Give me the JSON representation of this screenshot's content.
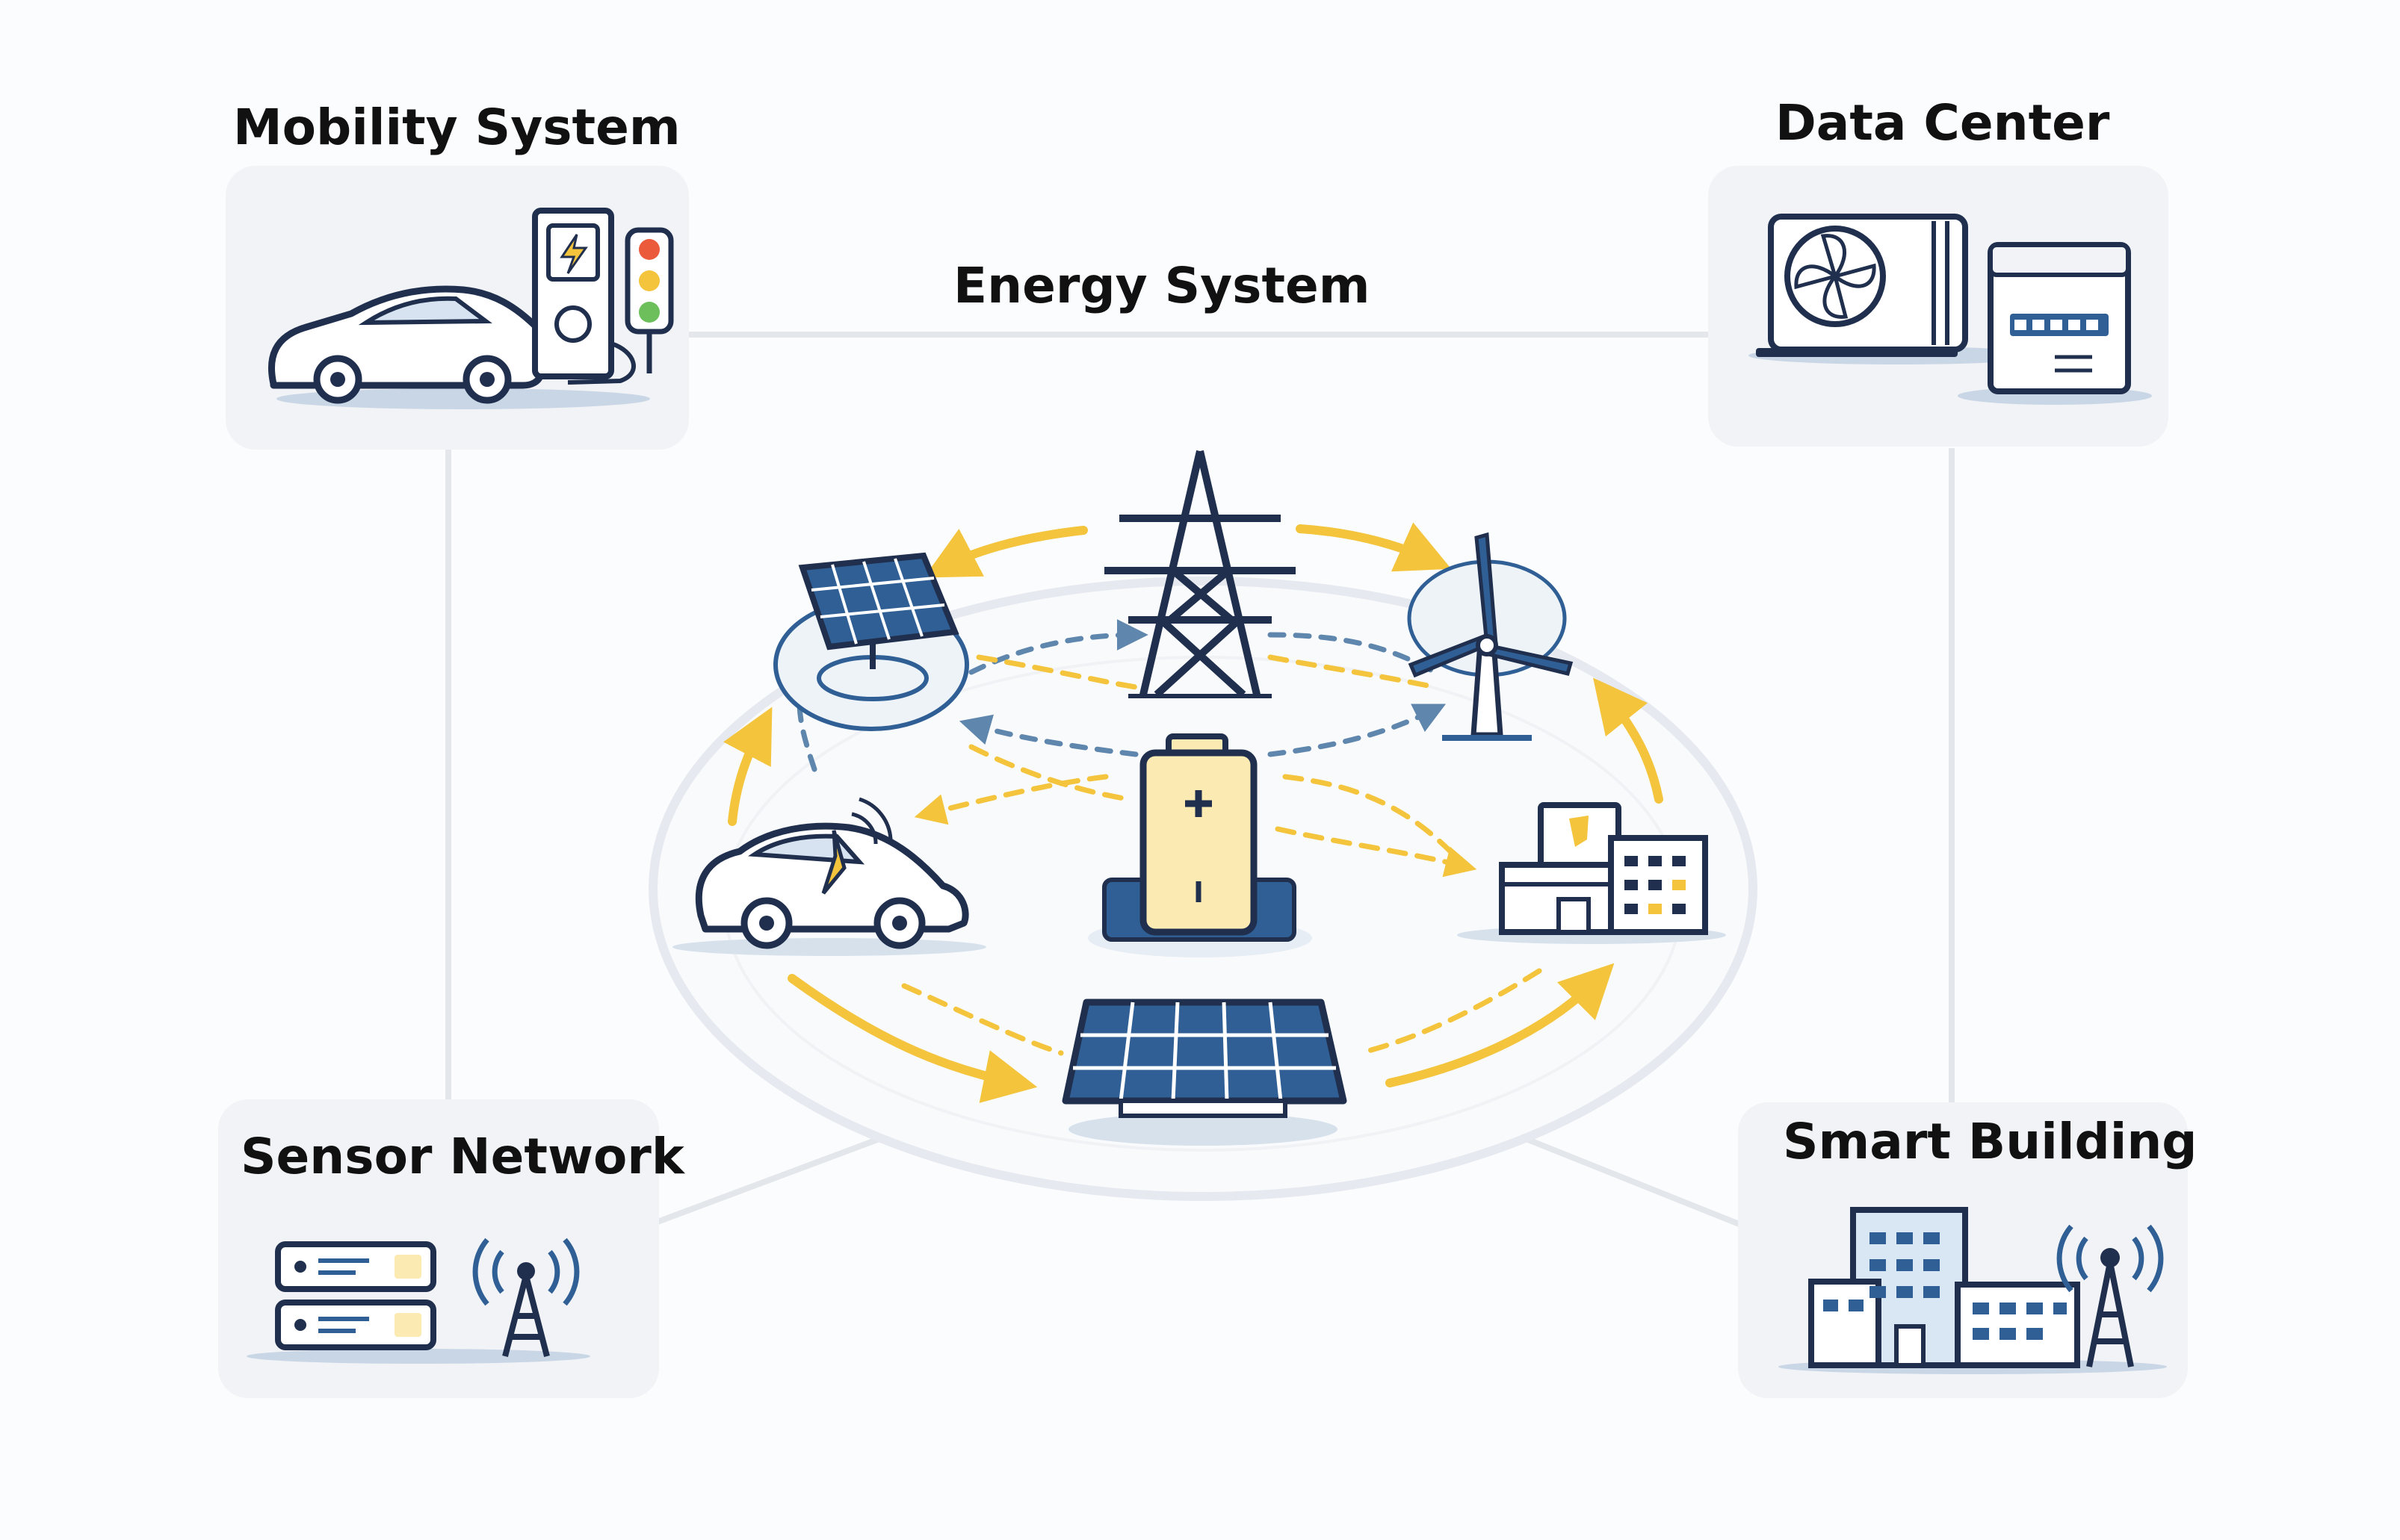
{
  "labels": {
    "mobility": "Mobility System",
    "data_center": "Data Center",
    "energy": "Energy System",
    "sensor": "Sensor Network",
    "building": "Smart Building"
  },
  "colors": {
    "navy": "#1f2f4d",
    "blue": "#2f5f95",
    "yellow": "#f3c43c",
    "battery_fill": "#fbeab2",
    "card_bg": "#f1f3f6",
    "connector": "#e3e6ea"
  },
  "icons": [
    "car-icon",
    "ev-charger-icon",
    "traffic-light-icon",
    "server-rack-icon",
    "fan-icon",
    "transmission-tower-icon",
    "solar-panel-icon",
    "wind-turbine-icon",
    "battery-icon",
    "building-icon",
    "antenna-icon"
  ]
}
